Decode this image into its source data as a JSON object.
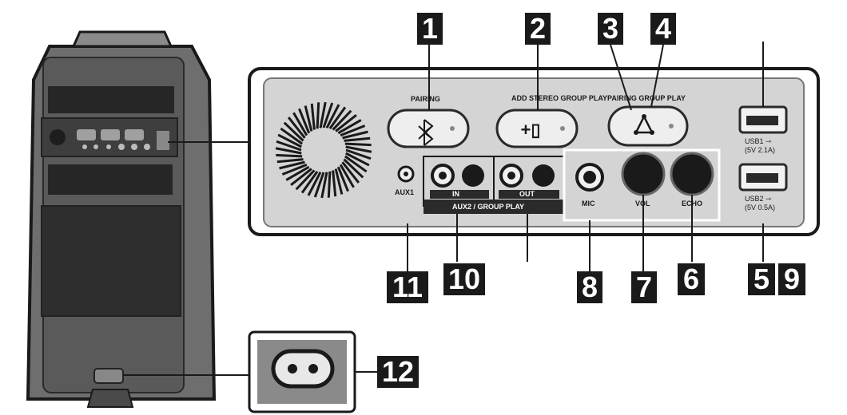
{
  "callouts": [
    {
      "id": "1",
      "label": "1"
    },
    {
      "id": "2",
      "label": "2"
    },
    {
      "id": "3",
      "label": "3"
    },
    {
      "id": "4",
      "label": "4"
    },
    {
      "id": "5",
      "label": "5"
    },
    {
      "id": "9",
      "label": "9"
    },
    {
      "id": "6",
      "label": "6"
    },
    {
      "id": "7",
      "label": "7"
    },
    {
      "id": "8",
      "label": "8"
    },
    {
      "id": "10",
      "label": "10"
    },
    {
      "id": "11",
      "label": "11"
    },
    {
      "id": "12",
      "label": "12"
    }
  ],
  "panel_labels": {
    "pairing": "PAIRING",
    "add_stereo": "ADD STEREO GROUP PLAYPAIRING GROUP PLAY",
    "usb1_name": "USB1",
    "usb1_rating": "(5V 2.1A)",
    "usb2_name": "USB2",
    "usb2_rating": "(5V 0.5A)",
    "aux1": "AUX1",
    "aux2_in": "IN",
    "aux2_out": "OUT",
    "aux2_group": "AUX2 / GROUP PLAY",
    "mic": "MIC",
    "vol": "VOL",
    "echo": "ECHO"
  },
  "colors": {
    "ink": "#1a1a1a",
    "panel": "#d4d4d4",
    "speaker_body": "#6e6e6e",
    "speaker_dark": "#3a3a3a",
    "button_fill": "#eeeeee"
  },
  "icons": [
    "bluetooth-icon",
    "add-speaker-icon",
    "group-play-icon",
    "usb-icon",
    "power-socket-icon"
  ]
}
